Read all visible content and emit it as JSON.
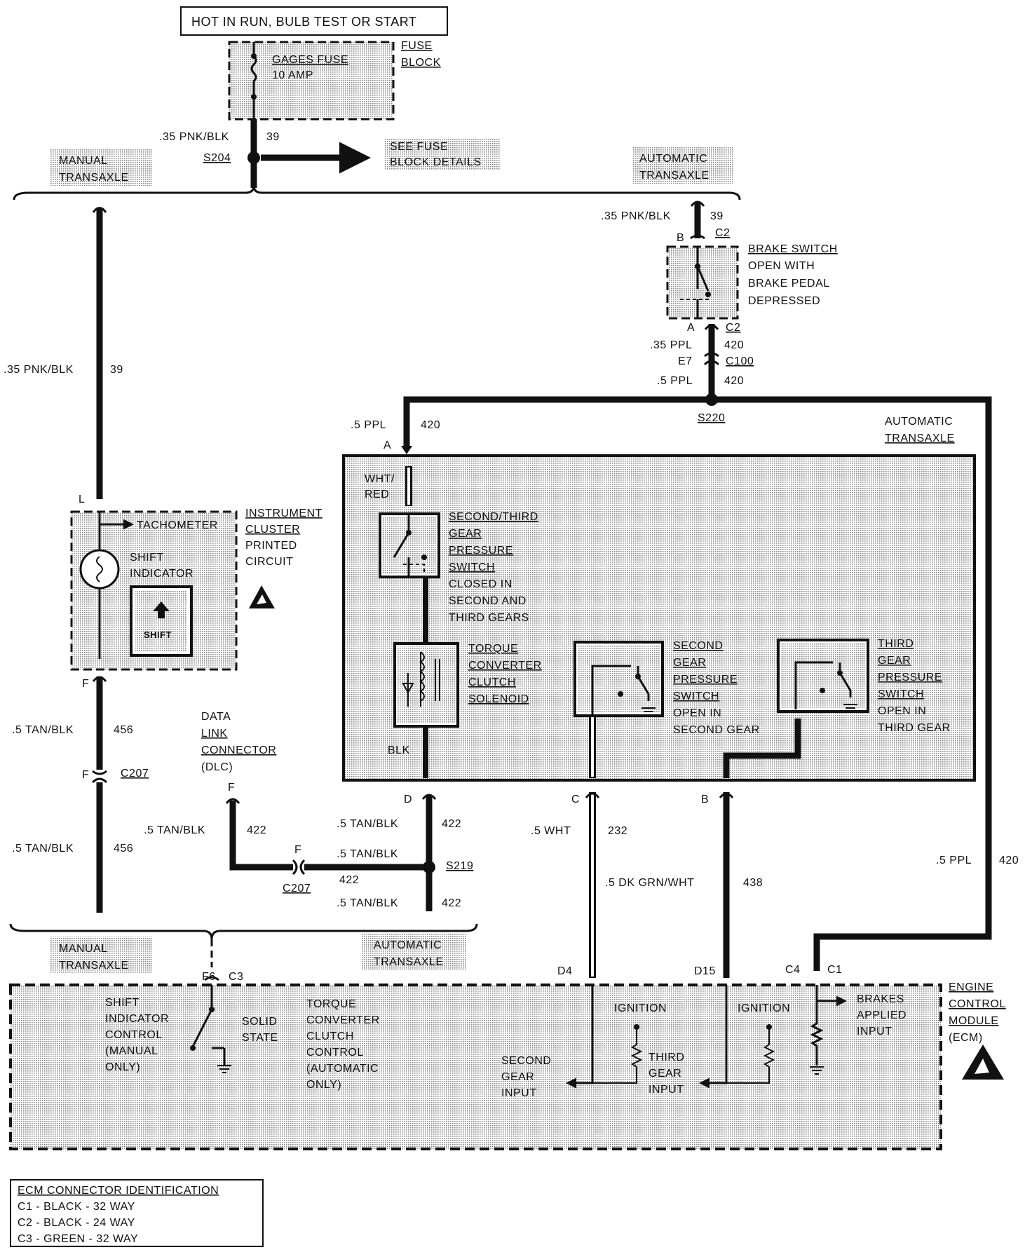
{
  "header": {
    "power_source": "HOT IN RUN, BULB TEST OR START"
  },
  "fuse": {
    "name_line1": "GAGES FUSE",
    "name_line2": "10 AMP",
    "block_line1": "FUSE",
    "block_line2": "BLOCK"
  },
  "splices": {
    "s204": "S204",
    "s220": "S220",
    "s219": "S219"
  },
  "see_fuse": {
    "line1": "SEE FUSE",
    "line2": "BLOCK DETAILS"
  },
  "transaxle": {
    "manual_line1": "MANUAL",
    "manual_line2": "TRANSAXLE",
    "automatic_line1": "AUTOMATIC",
    "automatic_line2": "TRANSAXLE"
  },
  "wires": {
    "pnk_blk": ".35 PNK/BLK",
    "circuit_39": "39",
    "ppl_35": ".35 PPL",
    "ppl_5": ".5 PPL",
    "circuit_420": "420",
    "tan_blk": ".5 TAN/BLK",
    "circuit_456": "456",
    "circuit_422": "422",
    "wht": ".5 WHT",
    "circuit_232": "232",
    "dk_grn_wht": ".5 DK GRN/WHT",
    "circuit_438": "438",
    "wht_red_line1": "WHT/",
    "wht_red_line2": "RED",
    "blk": "BLK"
  },
  "connectors": {
    "c2": "C2",
    "c100": "C100",
    "c207": "C207",
    "c3": "C3",
    "c4": "C4",
    "c1": "C1",
    "pin_b": "B",
    "pin_a": "A",
    "pin_e7": "E7",
    "pin_l": "L",
    "pin_f": "F",
    "pin_d": "D",
    "pin_c": "C",
    "pin_f6": "F6",
    "pin_d4": "D4",
    "pin_d15": "D15"
  },
  "brake_switch": {
    "line1": "BRAKE SWITCH",
    "line2": "OPEN WITH",
    "line3": "BRAKE PEDAL",
    "line4": "DEPRESSED"
  },
  "instrument_cluster": {
    "tachometer": "TACHOMETER",
    "shift_line1": "SHIFT",
    "shift_line2": "INDICATOR",
    "shift_lamp": "SHIFT",
    "name_line1": "INSTRUMENT",
    "name_line2": "CLUSTER",
    "name_line3": "PRINTED",
    "name_line4": "CIRCUIT"
  },
  "dlc": {
    "line1": "DATA",
    "line2": "LINK",
    "line3": "CONNECTOR",
    "line4": "(DLC)"
  },
  "transaxle_internal": {
    "ps23_line1": "SECOND/THIRD",
    "ps23_line2": "GEAR",
    "ps23_line3": "PRESSURE",
    "ps23_line4": "SWITCH",
    "ps23_line5": "CLOSED IN",
    "ps23_line6": "SECOND AND",
    "ps23_line7": "THIRD GEARS",
    "tcc_line1": "TORQUE",
    "tcc_line2": "CONVERTER",
    "tcc_line3": "CLUTCH",
    "tcc_line4": "SOLENOID",
    "ps2_line1": "SECOND",
    "ps2_line2": "GEAR",
    "ps2_line3": "PRESSURE",
    "ps2_line4": "SWITCH",
    "ps2_line5": "OPEN IN",
    "ps2_line6": "SECOND GEAR",
    "ps3_line1": "THIRD",
    "ps3_line2": "GEAR",
    "ps3_line3": "PRESSURE",
    "ps3_line4": "SWITCH",
    "ps3_line5": "OPEN IN",
    "ps3_line6": "THIRD GEAR"
  },
  "ecm": {
    "shift_line1": "SHIFT",
    "shift_line2": "INDICATOR",
    "shift_line3": "CONTROL",
    "shift_line4": "(MANUAL",
    "shift_line5": "ONLY)",
    "solid_line1": "SOLID",
    "solid_line2": "STATE",
    "tcc_line1": "TORQUE",
    "tcc_line2": "CONVERTER",
    "tcc_line3": "CLUTCH",
    "tcc_line4": "CONTROL",
    "tcc_line5": "(AUTOMATIC",
    "tcc_line6": "ONLY)",
    "ignition": "IGNITION",
    "second_line1": "SECOND",
    "second_line2": "GEAR",
    "second_line3": "INPUT",
    "third_line1": "THIRD",
    "third_line2": "GEAR",
    "third_line3": "INPUT",
    "brakes_line1": "BRAKES",
    "brakes_line2": "APPLIED",
    "brakes_line3": "INPUT",
    "name_line1": "ENGINE",
    "name_line2": "CONTROL",
    "name_line3": "MODULE",
    "name_line4": "(ECM)"
  },
  "legend": {
    "title": "ECM CONNECTOR IDENTIFICATION",
    "rows": [
      "C1 - BLACK - 32 WAY",
      "C2 - BLACK - 24 WAY",
      "C3 - GREEN - 32 WAY"
    ]
  },
  "colors": {
    "ink": "#111111",
    "shade": "#c9c9c9",
    "paper": "#ffffff"
  }
}
